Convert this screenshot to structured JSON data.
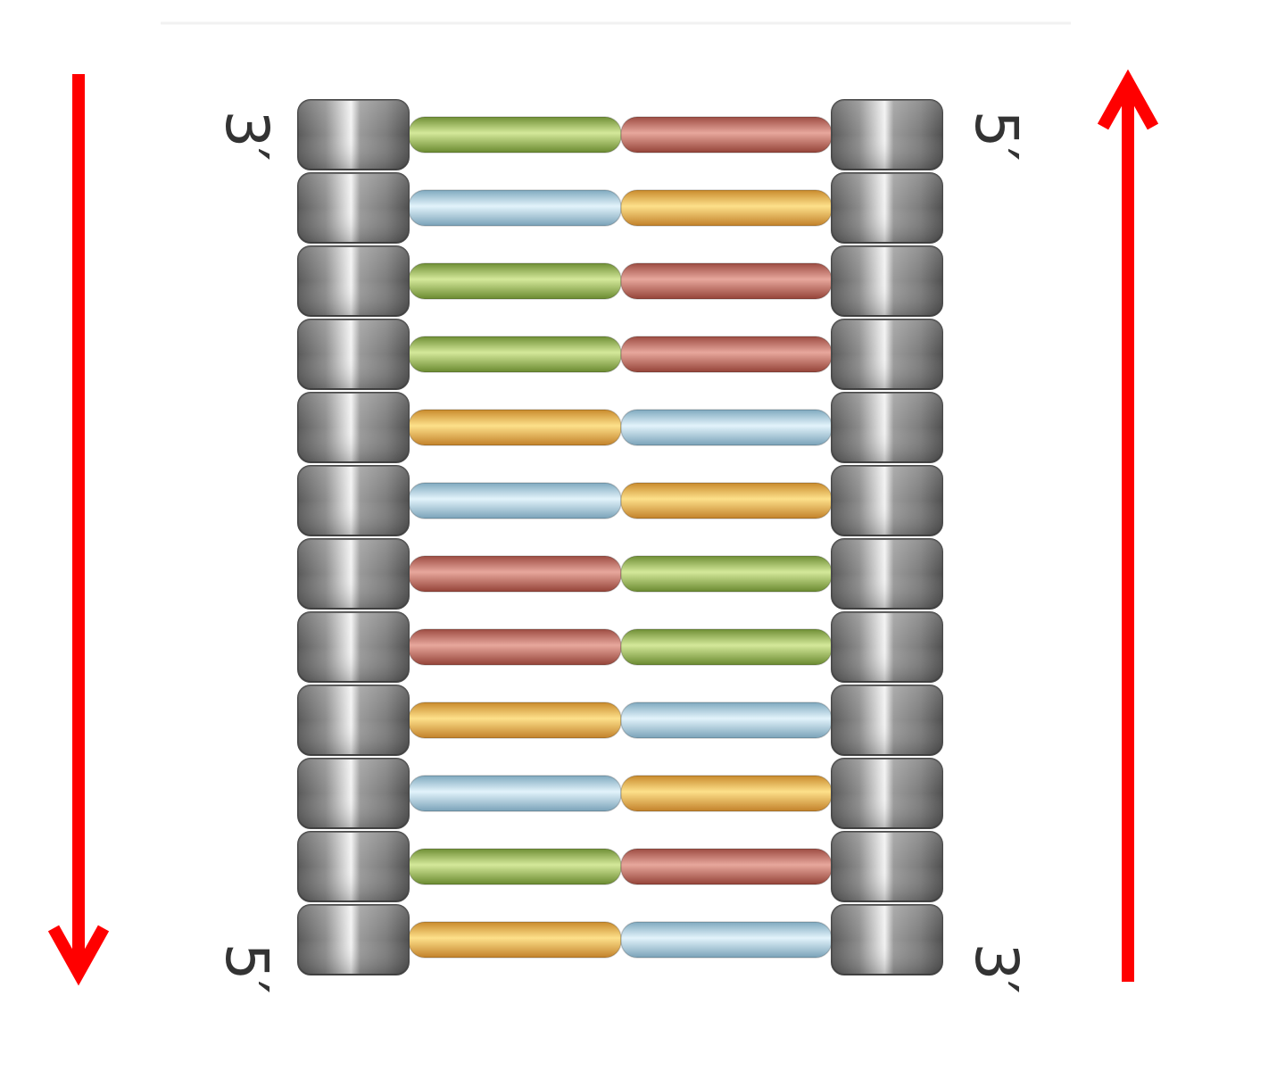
{
  "diagram": {
    "labels": {
      "left_top": "3′",
      "left_bottom": "5′",
      "right_top": "5′",
      "right_bottom": "3′"
    },
    "arrows": {
      "left_direction": "down",
      "right_direction": "up",
      "color": "#ff0000"
    },
    "colors": {
      "backbone": "#8e8e8e",
      "green": "#9cbf4f",
      "red": "#c96a5e",
      "blue": "#a9d3e6",
      "orange": "#f0b24a"
    },
    "base_pairs": [
      {
        "left": "green",
        "right": "red"
      },
      {
        "left": "blue",
        "right": "orange"
      },
      {
        "left": "green",
        "right": "red"
      },
      {
        "left": "green",
        "right": "red"
      },
      {
        "left": "orange",
        "right": "blue"
      },
      {
        "left": "blue",
        "right": "orange"
      },
      {
        "left": "red",
        "right": "green"
      },
      {
        "left": "red",
        "right": "green"
      },
      {
        "left": "orange",
        "right": "blue"
      },
      {
        "left": "blue",
        "right": "orange"
      },
      {
        "left": "green",
        "right": "red"
      },
      {
        "left": "orange",
        "right": "blue"
      }
    ]
  }
}
